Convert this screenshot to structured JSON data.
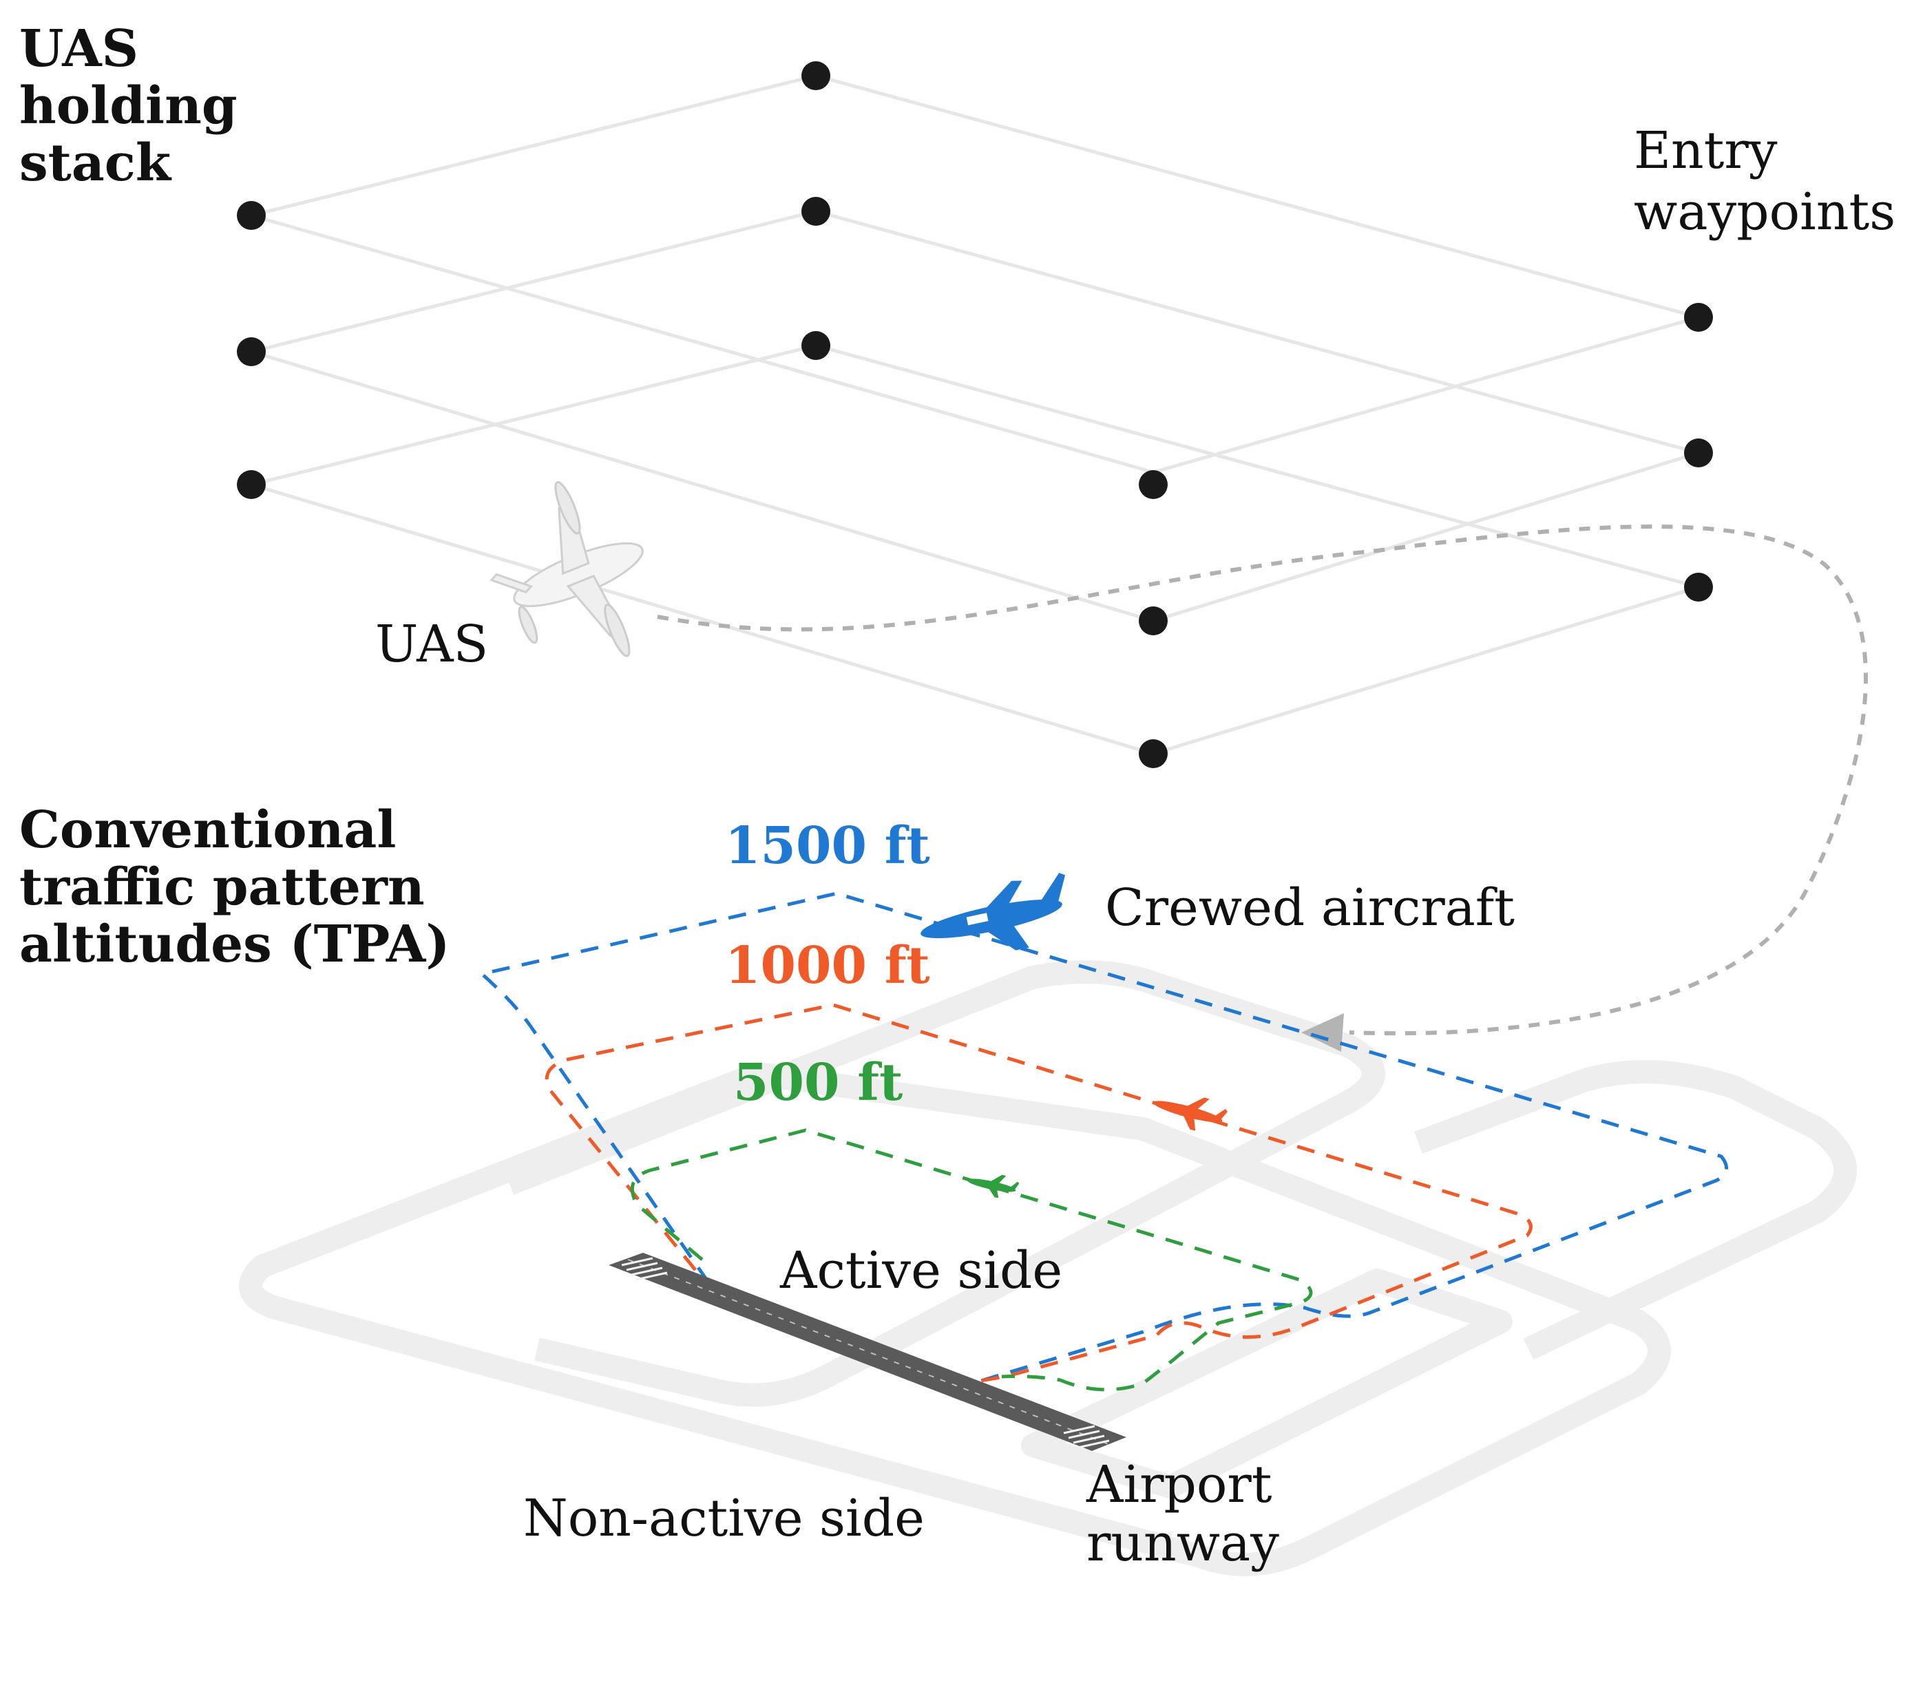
{
  "labels": {
    "holding_stack": [
      "UAS",
      "holding",
      "stack"
    ],
    "entry_waypoints": [
      "Entry",
      "waypoints"
    ],
    "uas": "UAS",
    "tpa": [
      "Conventional",
      "traffic pattern",
      "altitudes (TPA)"
    ],
    "crewed_aircraft": "Crewed aircraft",
    "active_side": "Active side",
    "non_active_side": "Non-active side",
    "airport_runway": [
      "Airport",
      "runway"
    ]
  },
  "altitudes": [
    {
      "label": "1500 ft",
      "color": "#1f78d1"
    },
    {
      "label": "1000 ft",
      "color": "#f05a28"
    },
    {
      "label": "500 ft",
      "color": "#2e9e3e"
    }
  ],
  "colors": {
    "waypoint": "#1a1a1a",
    "stack_line": "#e6e6e6",
    "uas_path": "#b0b0b0",
    "runway": "#5a5a5a",
    "crewed_aircraft": "#1f78d1"
  },
  "icons": {
    "uas": "tiltrotor-uas-icon",
    "crewed": "airplane-icon",
    "arrow": "arrowhead-icon"
  }
}
